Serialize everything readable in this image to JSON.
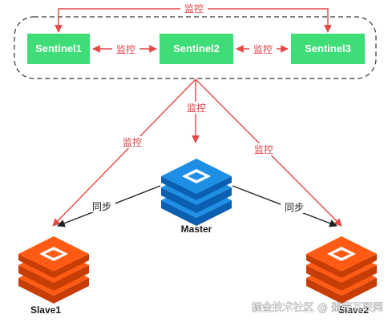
{
  "sentinels": [
    {
      "label": "Sentinel1"
    },
    {
      "label": "Sentinel2"
    },
    {
      "label": "Sentinel3"
    }
  ],
  "master": {
    "label": "Master"
  },
  "slaves": [
    {
      "label": "Slave1"
    },
    {
      "label": "Slave2"
    }
  ],
  "edge_labels": {
    "monitor_top": "监控",
    "monitor_1_2": "监控",
    "monitor_2_3": "监控",
    "monitor_center": "监控",
    "monitor_left": "监控",
    "monitor_right": "监控",
    "sync_left": "同步",
    "sync_right": "同步"
  },
  "watermark": "掘金技术社区 @ 蛋壳互联网",
  "colors": {
    "sentinel_fill": "#3fdd77",
    "monitor_line": "#e64747",
    "sync_line": "#222222",
    "master_icon": "#1f8fe6",
    "slave_icon": "#ff5b14",
    "group_border": "#333333"
  }
}
